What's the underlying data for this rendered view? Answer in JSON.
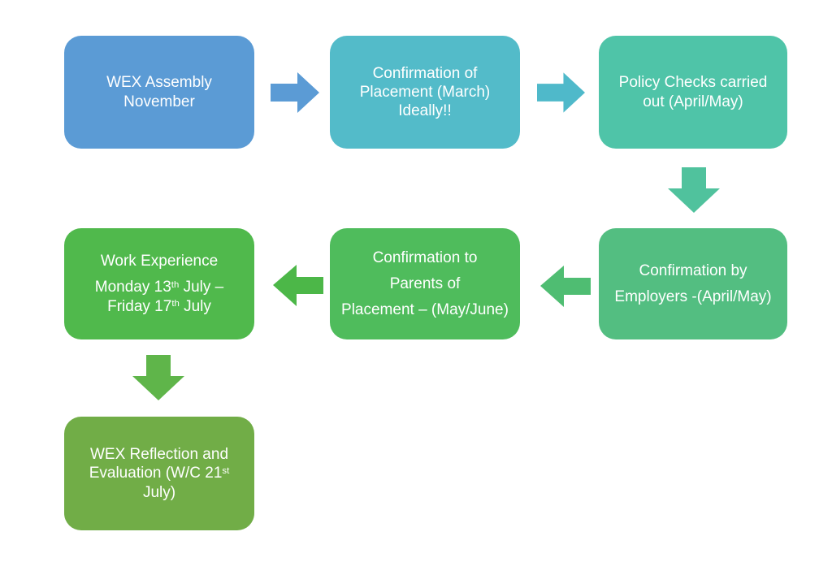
{
  "page": {
    "background_color": "#ffffff",
    "text_color": "#ffffff"
  },
  "flowchart": {
    "boxes": [
      {
        "name": "wex-assembly-november",
        "color": "#5B9BD5",
        "paragraphs": [
          [
            {
              "t": "WEX Assembly November"
            }
          ]
        ]
      },
      {
        "name": "confirmation-of-placement",
        "color": "#53BBC9",
        "paragraphs": [
          [
            {
              "t": "Confirmation of Placement (March) Ideally!!"
            }
          ]
        ]
      },
      {
        "name": "policy-checks",
        "color": "#4FC4A8",
        "paragraphs": [
          [
            {
              "t": "Policy Checks carried out (April/May)"
            }
          ]
        ]
      },
      {
        "name": "confirmation-by-employers",
        "color": "#53BE81",
        "paragraphs": [
          [
            {
              "t": "Confirmation by"
            }
          ],
          [
            {
              "t": "Employers -(April/May)"
            }
          ]
        ]
      },
      {
        "name": "confirmation-to-parents",
        "color": "#4FBC5C",
        "paragraphs": [
          [
            {
              "t": "Confirmation to"
            }
          ],
          [
            {
              "t": "Parents of"
            }
          ],
          [
            {
              "t": "Placement – (May/June)"
            }
          ]
        ]
      },
      {
        "name": "work-experience-week",
        "color": "#50B94C",
        "paragraphs": [
          [
            {
              "t": "Work Experience"
            }
          ],
          [
            {
              "t": "Monday 13"
            },
            {
              "t": "th",
              "sup": true
            },
            {
              "t": " July – Friday 17"
            },
            {
              "t": "th",
              "sup": true
            },
            {
              "t": " July"
            }
          ]
        ]
      },
      {
        "name": "wex-reflection-evaluation",
        "color": "#71AD47",
        "paragraphs": [
          [
            {
              "t": "WEX Reflection and Evaluation (W/C 21"
            },
            {
              "t": "st",
              "sup": true
            },
            {
              "t": " July)"
            }
          ]
        ]
      }
    ],
    "arrows": [
      {
        "name": "right-arrow-1",
        "direction": "right",
        "color": "#5B9BD5"
      },
      {
        "name": "right-arrow-2",
        "direction": "right",
        "color": "#4FB9CA"
      },
      {
        "name": "down-arrow-1",
        "direction": "down",
        "color": "#50C29D"
      },
      {
        "name": "left-arrow-1",
        "direction": "left",
        "color": "#4FBD72"
      },
      {
        "name": "left-arrow-2",
        "direction": "left",
        "color": "#4CB748"
      },
      {
        "name": "down-arrow-2",
        "direction": "down",
        "color": "#5FB54A"
      }
    ]
  }
}
